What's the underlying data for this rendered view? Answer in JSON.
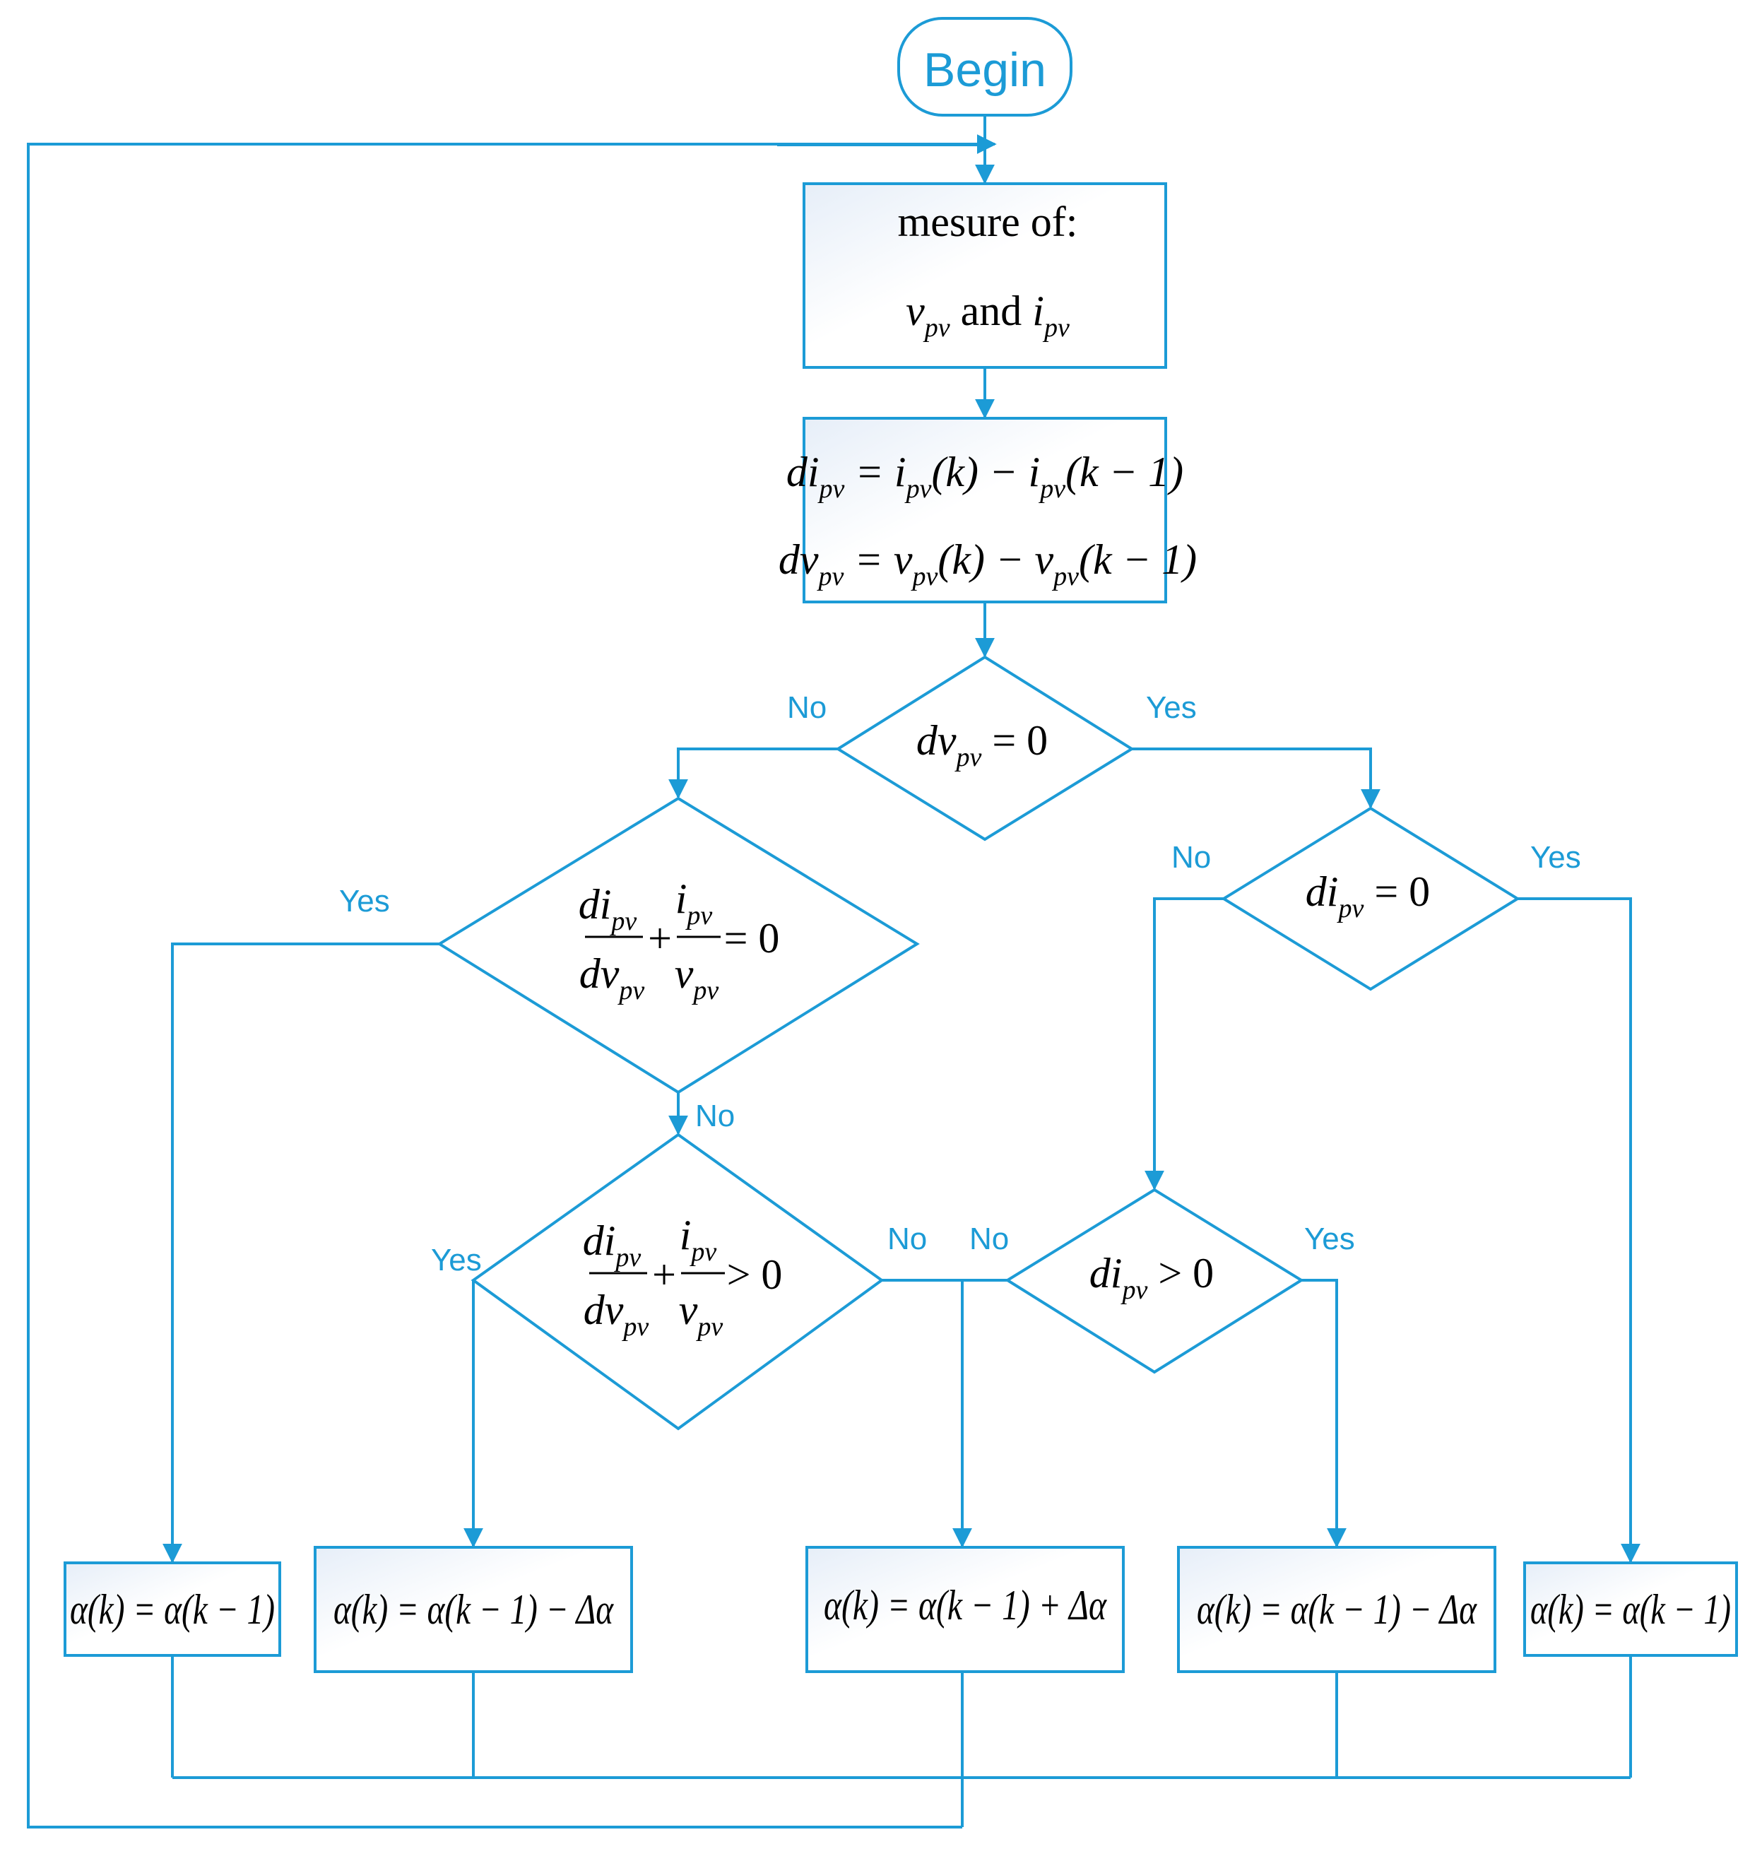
{
  "begin": "Begin",
  "measure": {
    "line1": "mesure of:",
    "v": "v",
    "and": " and ",
    "i": "i",
    "sub": "pv"
  },
  "diff": {
    "di_lhs": "di",
    "di_rhs_1": " = i",
    "di_rhs_2": "(k) − i",
    "di_rhs_3": "(k − 1)",
    "dv_lhs": "dv",
    "dv_rhs_1": " = v",
    "dv_rhs_2": "(k) − v",
    "dv_rhs_3": "(k − 1)",
    "sub": "pv"
  },
  "dec_dv": {
    "lhs": "dv",
    "sub": "pv",
    "rhs": " = 0"
  },
  "dec_di0": {
    "lhs": "di",
    "sub": "pv",
    "rhs": " = 0"
  },
  "dec_di_pos": {
    "lhs": "di",
    "sub": "pv",
    "rhs": " > 0"
  },
  "dec_frac_eq": {
    "num1": "di",
    "den1": "dv",
    "plus": "+",
    "num2": "i",
    "den2": "v",
    "sub": "pv",
    "rhs": "= 0"
  },
  "dec_frac_gt": {
    "num1": "di",
    "den1": "dv",
    "plus": "+",
    "num2": "i",
    "den2": "v",
    "sub": "pv",
    "rhs": "> 0"
  },
  "actions": {
    "hold_left": "α(k) = α(k − 1)",
    "dec_left": "α(k) = α(k − 1) − Δα",
    "inc_mid": "α(k) = α(k − 1) + Δα",
    "dec_right": "α(k) = α(k − 1) − Δα",
    "hold_right": "α(k) = α(k − 1)"
  },
  "branch_labels": {
    "dv_no": "No",
    "dv_yes": "Yes",
    "di0_no": "No",
    "di0_yes": "Yes",
    "frac_eq_yes": "Yes",
    "frac_eq_no": "No",
    "frac_gt_yes": "Yes",
    "frac_gt_no": "No",
    "di_pos_no": "No",
    "di_pos_yes": "Yes"
  },
  "colors": {
    "line": "#1c9bd6",
    "text": "#1c9bd6",
    "math": "#000000"
  }
}
